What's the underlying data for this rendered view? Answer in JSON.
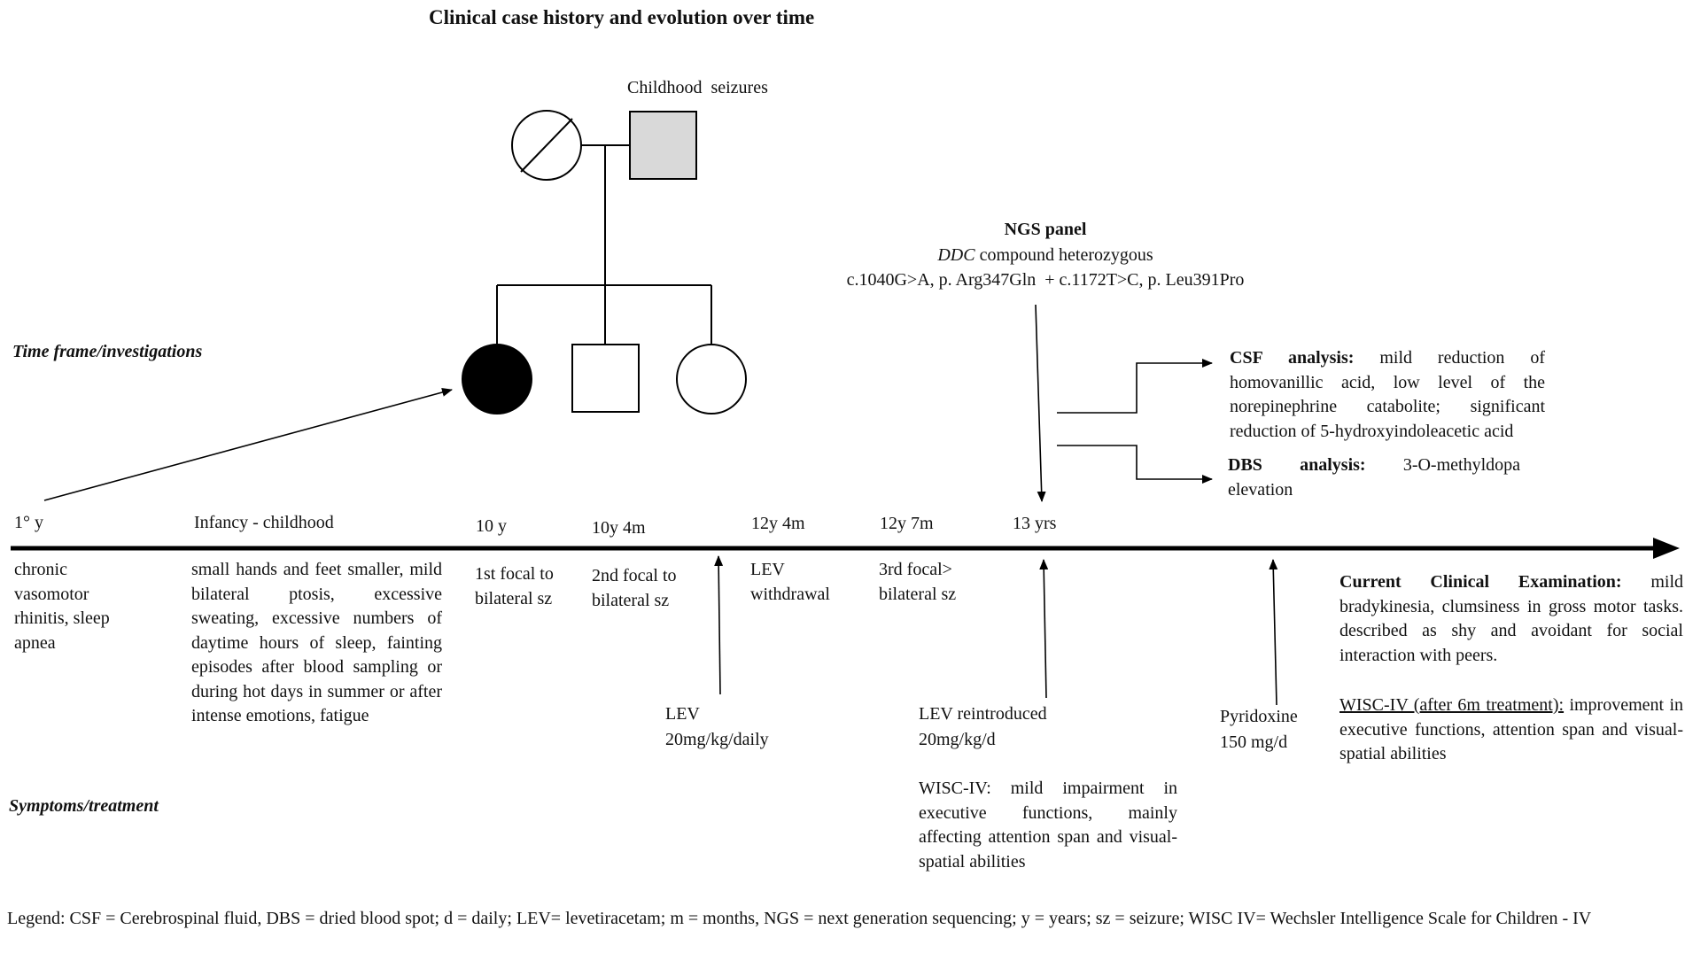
{
  "title": "Clinical case history and evolution over time",
  "section_labels": {
    "top": "Time frame/investigations",
    "bottom": "Symptoms/treatment"
  },
  "pedigree": {
    "father_label": "Childhood  seizures"
  },
  "genetics": {
    "heading": "NGS panel",
    "gene": "DDC",
    "gene_desc": " compound heterozygous",
    "variants": "c.1040G>A, p. Arg347Gln  + c.1172T>C, p. Leu391Pro"
  },
  "csf": {
    "label": "CSF analysis:",
    "text": " mild reduction of homovanillic acid, low level of the norepinephrine catabolite; significant reduction of 5-hydroxyindoleacetic acid"
  },
  "dbs": {
    "label": "DBS analysis:",
    "text": " 3-O-methyldopa elevation"
  },
  "timepoints": [
    "1° y",
    "Infancy - childhood",
    "10 y",
    "10y 4m",
    "12y 4m",
    "12y 7m",
    "13 yrs"
  ],
  "symptoms": {
    "s1": "chronic vasomotor rhinitis, sleep apnea",
    "s2": "small hands and feet smaller, mild bilateral ptosis, excessive sweating, excessive numbers of daytime hours of sleep, fainting episodes after blood sampling or during hot days in summer or after intense emotions, fatigue",
    "s3": "1st focal to bilateral sz",
    "s4": "2nd focal to bilateral sz",
    "s5": "LEV withdrawal",
    "s6": "3rd focal> bilateral sz"
  },
  "treatments": {
    "lev1_a": "LEV",
    "lev1_b": "20mg/kg/daily",
    "lev2_a": "LEV reintroduced",
    "lev2_b": "20mg/kg/d",
    "wisc1": "WISC-IV: mild impairment in executive functions, mainly affecting attention span and visual-spatial abilities",
    "pyr_a": "Pyridoxine",
    "pyr_b": "150 mg/d"
  },
  "current": {
    "label": "Current Clinical Examination:",
    "text": " mild bradykinesia, clumsiness in gross motor tasks. described as shy and avoidant for social interaction with peers.",
    "wisc_label": "WISC-IV (after 6m treatment):",
    "wisc_text": " improvement in executive functions, attention span and visual-spatial abilities"
  },
  "legend": "Legend: CSF = Cerebrospinal fluid, DBS = dried blood spot; d = daily; LEV= levetiracetam; m = months, NGS = next generation sequencing; y = years; sz = seizure; WISC IV= Wechsler Intelligence Scale for Children - IV",
  "colors": {
    "affected_fill": "#000000",
    "carrier_fill": "#d9d9d9",
    "line": "#000000"
  }
}
